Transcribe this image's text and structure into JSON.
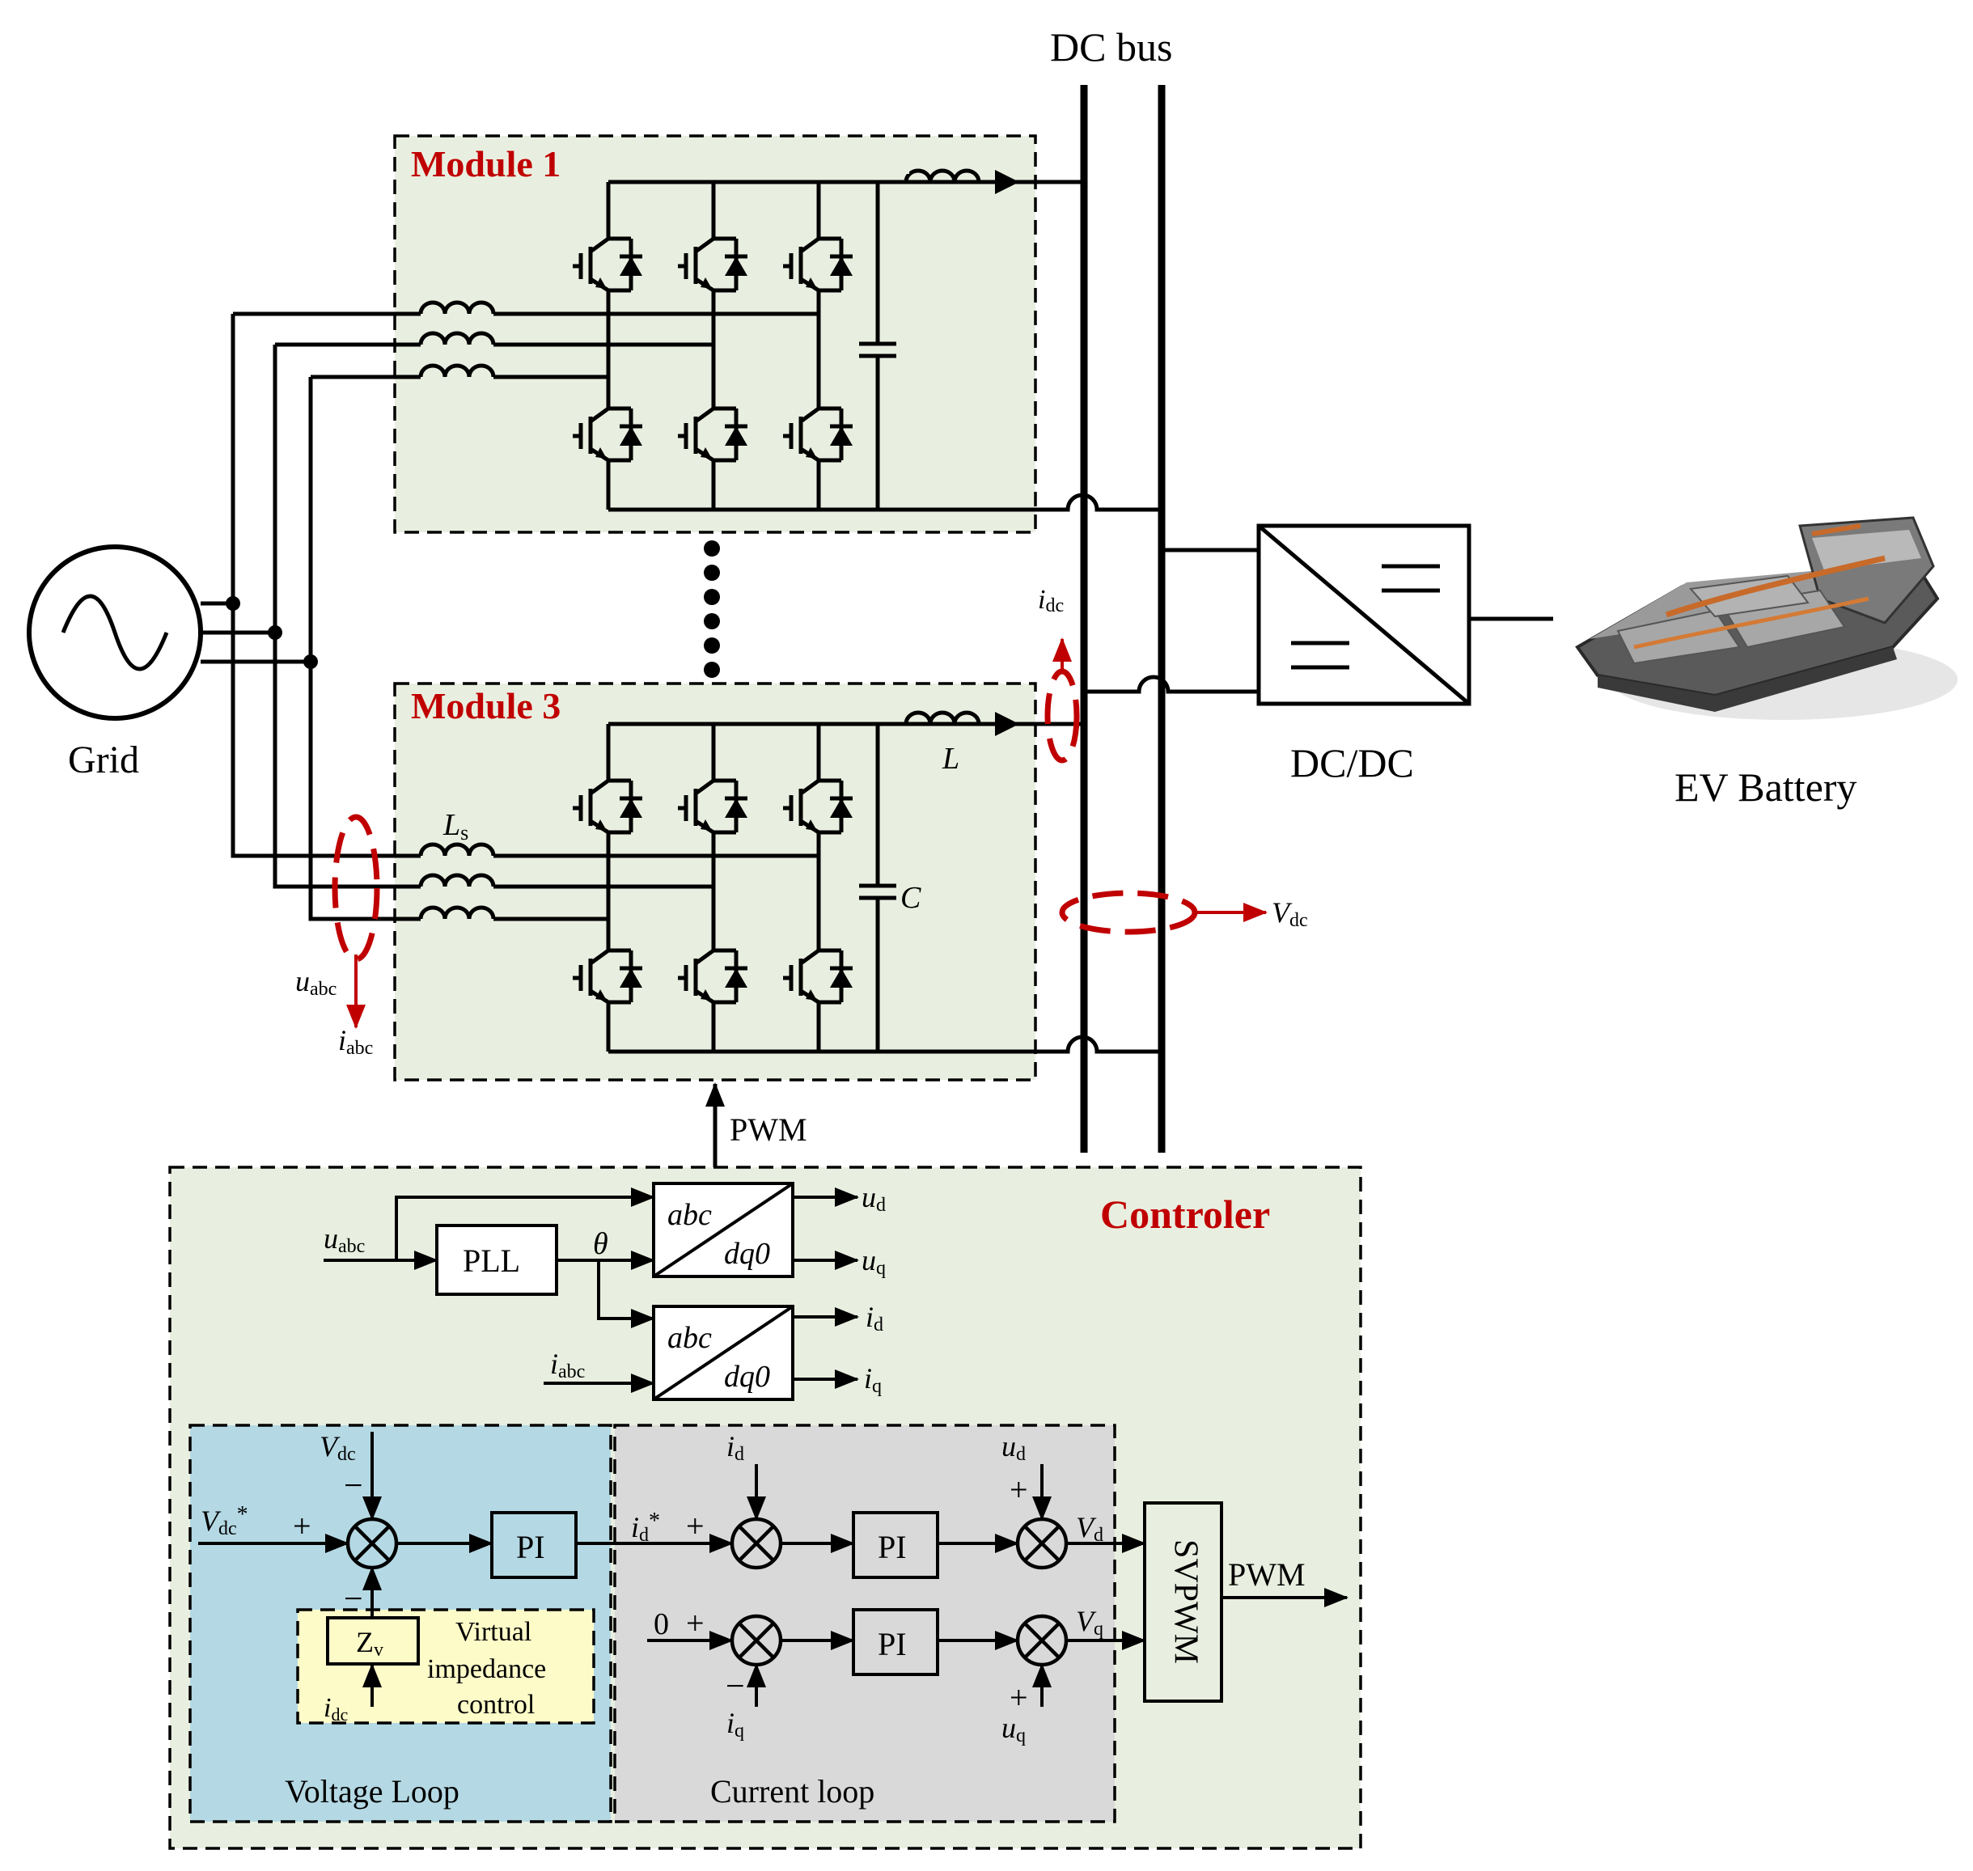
{
  "labels": {
    "dc_bus": "DC bus",
    "module1": "Module 1",
    "module3": "Module 3",
    "grid": "Grid",
    "dcdc": "DC/DC",
    "ev_battery": "EV Battery",
    "controller": "Controler",
    "pwm_top": "PWM",
    "pwm_out": "PWM",
    "pll": "PLL",
    "theta": "θ",
    "abc1": "abc",
    "dq01": "dq0",
    "abc2": "abc",
    "dq02": "dq0",
    "pi_v": "PI",
    "pi_d": "PI",
    "pi_q": "PI",
    "zv": "Z",
    "zv_sub": "v",
    "virtual_impedance": [
      "Virtual",
      "impedance",
      "control"
    ],
    "voltage_loop": "Voltage Loop",
    "current_loop": "Current loop",
    "svpwm": "SVPWM",
    "zero": "0",
    "L": "L",
    "Ls": "L",
    "Ls_sub": "s",
    "C": "C"
  },
  "signals": {
    "idc_main": "i",
    "idc_main_sub": "dc",
    "uabc_main": "u",
    "uabc_main_sub": "abc",
    "iabc_main": "i",
    "iabc_main_sub": "abc",
    "vdc_main": "V",
    "vdc_main_sub": "dc",
    "uabc_in": "u",
    "uabc_in_sub": "abc",
    "iabc_in": "i",
    "iabc_in_sub": "abc",
    "ud_out": "u",
    "ud_out_sub": "d",
    "uq_out": "u",
    "uq_out_sub": "q",
    "id_out": "i",
    "id_out_sub": "d",
    "iq_out": "i",
    "iq_out_sub": "q",
    "vdc_fb": "V",
    "vdc_fb_sub": "dc",
    "vdc_ref": "V",
    "vdc_ref_sub": "dc",
    "vdc_ref_star": "*",
    "id_ref": "i",
    "id_ref_sub": "d",
    "id_ref_star": "*",
    "id_fb": "i",
    "id_fb_sub": "d",
    "iq_fb": "i",
    "iq_fb_sub": "q",
    "ud_ff": "u",
    "ud_ff_sub": "d",
    "uq_ff": "u",
    "uq_ff_sub": "q",
    "vd": "V",
    "vd_sub": "d",
    "vq": "V",
    "vq_sub": "q",
    "idc_zv": "i",
    "idc_zv_sub": "dc"
  },
  "signs": {
    "plus": "+",
    "minus": "−"
  },
  "colors": {
    "module_bg": "#e9efe0",
    "controller_bg": "#e9efe0",
    "voltage_loop_bg": "#b4d9e4",
    "current_loop_bg": "#d9d9d9",
    "virtual_bg": "#fdfbc8",
    "accent_red": "#c00000"
  }
}
